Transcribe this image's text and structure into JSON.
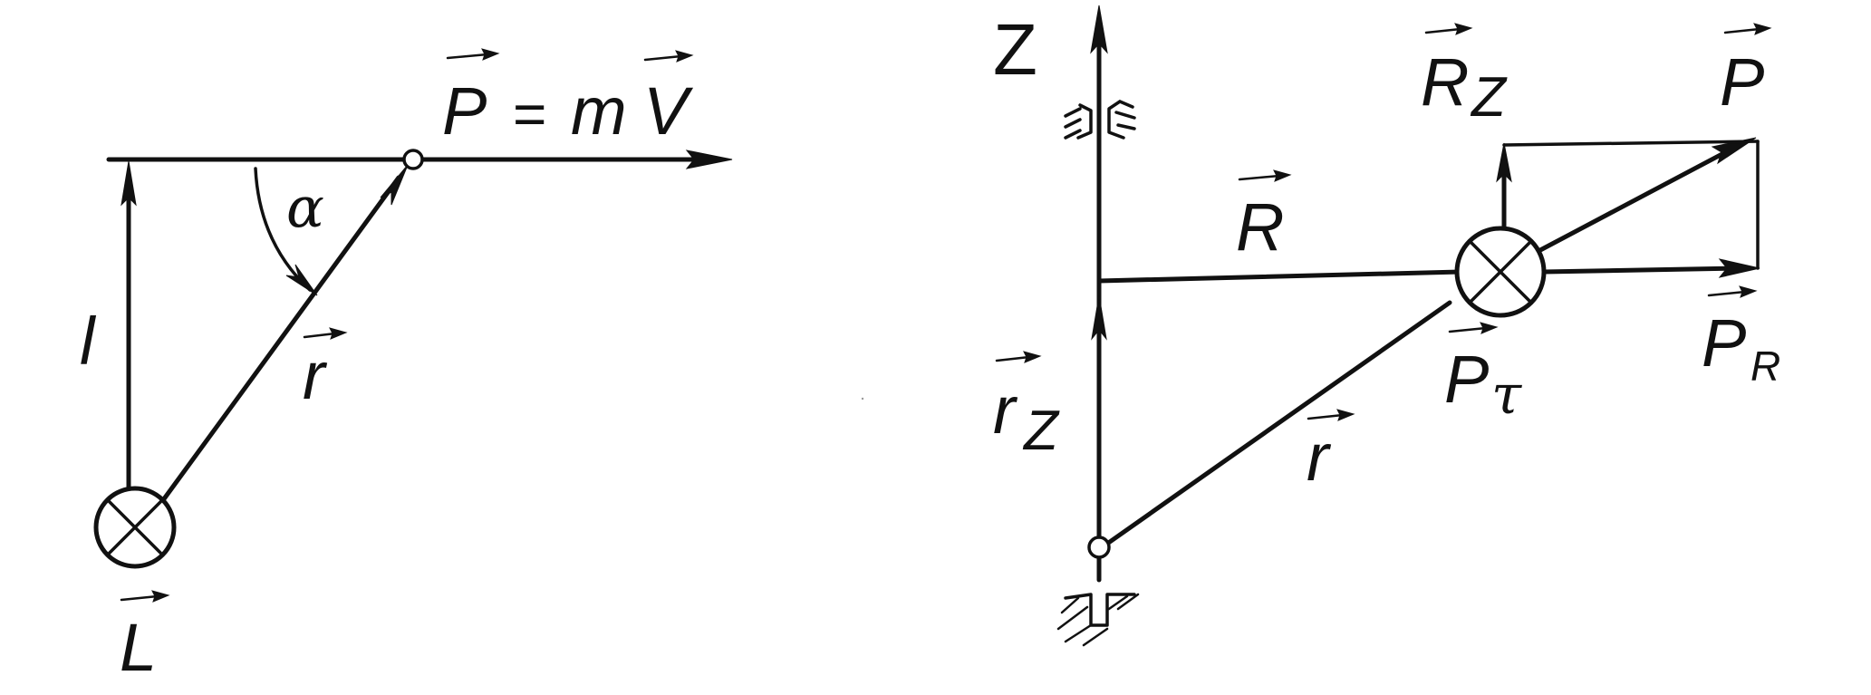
{
  "left": {
    "momentum_P": "P",
    "momentum_eq": "=",
    "momentum_m": "m",
    "momentum_V": "V",
    "alpha": "α",
    "l_label": "l",
    "r_label": "r",
    "L_label": "L"
  },
  "right": {
    "z_axis": "Z",
    "R_z": "R",
    "R_z_sub": "Z",
    "P": "P",
    "R": "R",
    "P_R": "P",
    "P_R_sub": "R",
    "P_tau": "P",
    "P_tau_sub": "τ",
    "r_z": "r",
    "r_z_sub": "Z",
    "r": "r"
  }
}
